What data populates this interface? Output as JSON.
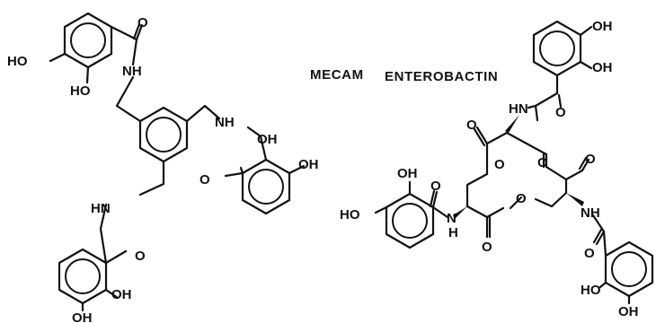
{
  "molecules": [
    {
      "name": "MECAM",
      "atoms": {
        "oh_top_left": "HO",
        "oh_top_left_2": "HO",
        "o_carbonyl_1": "O",
        "nh_1": "NH",
        "nh_2": "NH",
        "oh_right_1": "OH",
        "oh_right_2": "OH",
        "o_carbonyl_2": "O",
        "hn_3": "HN",
        "o_carbonyl_3": "O",
        "oh_bottom_1": "OH",
        "oh_bottom_2": "OH"
      }
    },
    {
      "name": "ENTEROBACTIN",
      "atoms": {
        "oh_top_1": "OH",
        "oh_top_2": "OH",
        "hn_top": "HN",
        "o_amide_top": "O",
        "o_ester_1": "O",
        "o_ring_1": "O",
        "o_ring_2": "O",
        "o_ester_2": "O",
        "oh_left_1": "OH",
        "ho_left": "HO",
        "o_amide_left": "O",
        "n_left": "N",
        "h_left": "H",
        "o_ester_3": "O",
        "o_ring_3": "O",
        "nh_right": "NH",
        "o_amide_right": "O",
        "ho_right": "HO",
        "oh_right": "OH"
      }
    }
  ]
}
